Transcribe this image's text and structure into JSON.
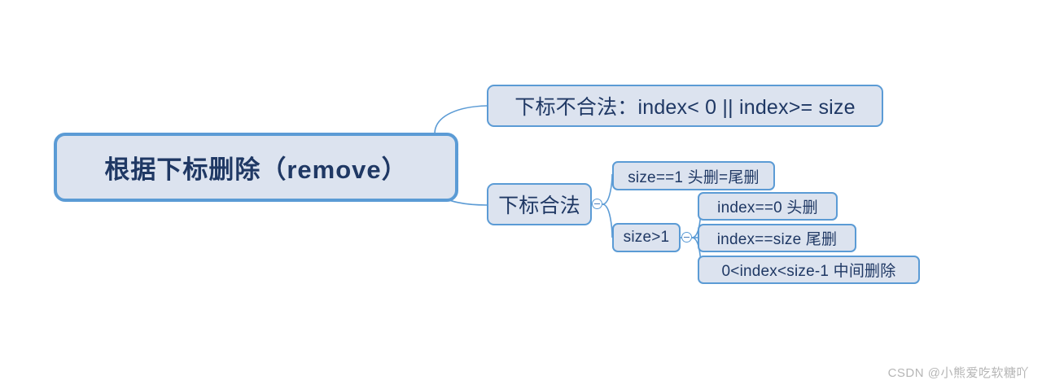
{
  "diagram": {
    "type": "mind-map",
    "title_node": "根据下标删除（remove）",
    "colors": {
      "node_fill": "#dce3ef",
      "node_border": "#5b9bd5",
      "node_text": "#1f3864",
      "connector": "#5b9bd5",
      "watermark": "#b6b6b6",
      "background": "#ffffff"
    },
    "nodes": {
      "root": {
        "label": "根据下标删除（remove）"
      },
      "level1": [
        {
          "id": "invalid-index",
          "label": "下标不合法：index< 0 || index>= size"
        },
        {
          "id": "valid-index",
          "label": "下标合法",
          "collapsible": true
        }
      ],
      "level2": [
        {
          "id": "size-eq-1",
          "label": "size==1 头删=尾删"
        },
        {
          "id": "size-gt-1",
          "label": "size>1",
          "collapsible": true
        }
      ],
      "level3": [
        {
          "id": "index-eq-0",
          "label": "index==0  头删"
        },
        {
          "id": "index-eq-size",
          "label": "index==size  尾删"
        },
        {
          "id": "index-middle",
          "label": "0<index<size-1  中间删除"
        }
      ]
    }
  },
  "watermark": {
    "text": "CSDN @小熊爱吃软糖吖"
  }
}
